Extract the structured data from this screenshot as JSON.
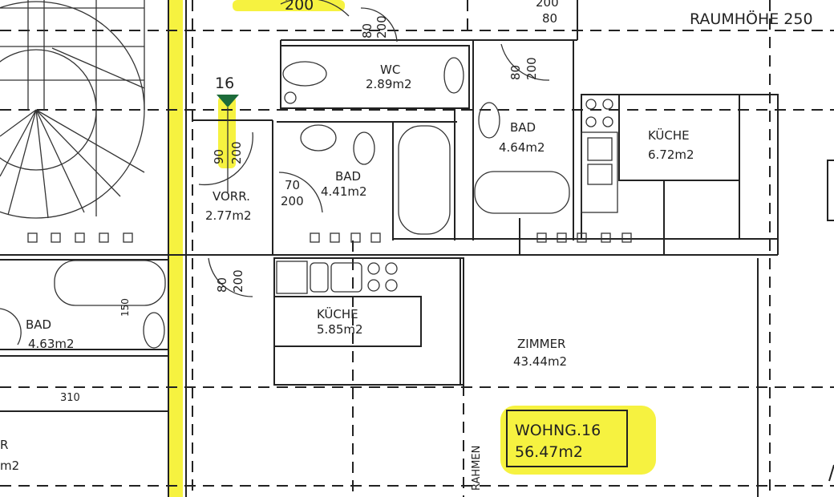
{
  "plan": {
    "header": {
      "ceiling_height": "RAUMHÖHE 250"
    },
    "unit_marker": "16",
    "rooms": [
      {
        "name": "WC",
        "area": "2.89m2"
      },
      {
        "name": "BAD",
        "area": "4.64m2"
      },
      {
        "name": "KÜCHE",
        "area": "6.72m2"
      },
      {
        "name": "VORR.",
        "area": "2.77m2"
      },
      {
        "name": "BAD",
        "area": "4.41m2"
      },
      {
        "name": "BAD",
        "area": "4.63m2"
      },
      {
        "name": "KÜCHE",
        "area": "5.85m2"
      },
      {
        "name": "ZIMMER",
        "area": "43.44m2"
      },
      {
        "name": "R",
        "area": "m2"
      }
    ],
    "doors": [
      {
        "width": "",
        "height": "200"
      },
      {
        "width": "80",
        "height": "200"
      },
      {
        "width": "80",
        "height": "200"
      },
      {
        "width": "80",
        "height": "200"
      },
      {
        "width": "90",
        "height": "200"
      },
      {
        "width": "70",
        "height": "200"
      },
      {
        "width": "80",
        "height": "200"
      }
    ],
    "dimensions": {
      "d150": "150",
      "d310": "310"
    },
    "side_label": "RAHMEN",
    "apartment": {
      "name": "WOHNG.16",
      "area": "56.47m2",
      "highlight": "#f4f01e"
    }
  }
}
